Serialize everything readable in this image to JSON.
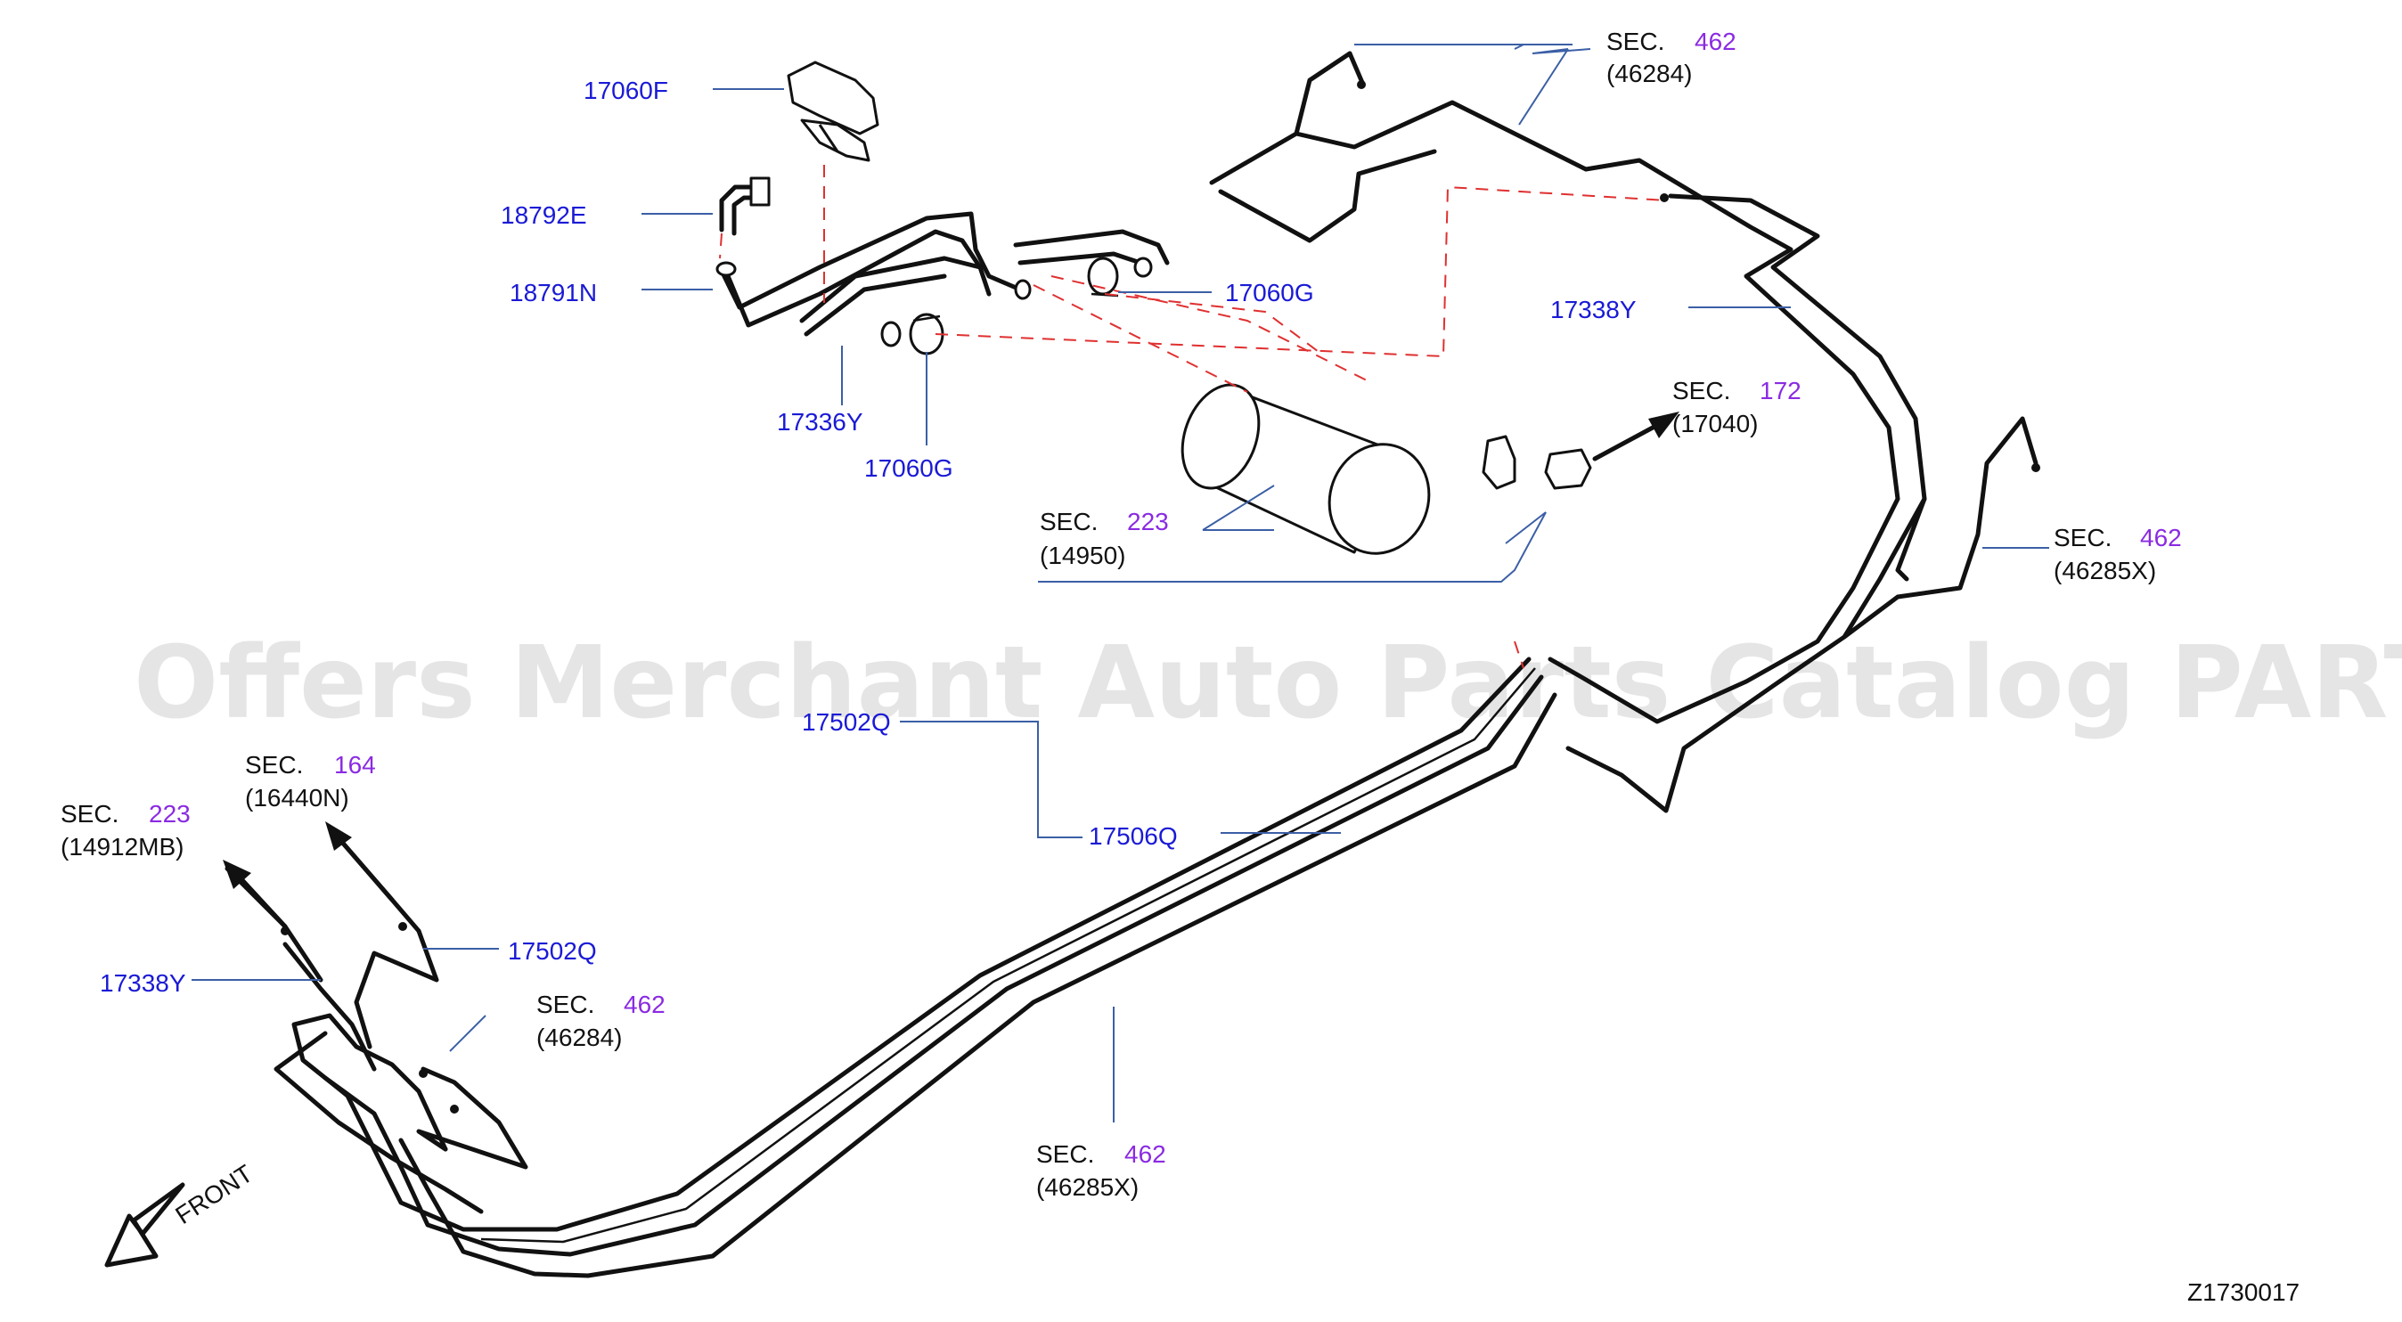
{
  "watermark": "Offers Merchant Auto Parts Catalog PARTSTORE.SA",
  "diagram_id": "Z1730017",
  "front_label": "FRONT",
  "parts": {
    "p17060F": "17060F",
    "p18792E": "18792E",
    "p18791N": "18791N",
    "p17336Y": "17336Y",
    "p17060G_a": "17060G",
    "p17060G_b": "17060G",
    "p17338Y_a": "17338Y",
    "p17338Y_b": "17338Y",
    "p17502Q_a": "17502Q",
    "p17502Q_b": "17502Q",
    "p17506Q": "17506Q"
  },
  "sections": {
    "s462_top": {
      "sec": "SEC.",
      "num": "462",
      "ref": "(46284)"
    },
    "s172": {
      "sec": "SEC.",
      "num": "172",
      "ref": "(17040)"
    },
    "s462_right": {
      "sec": "SEC.",
      "num": "462",
      "ref": "(46285X)"
    },
    "s223_canister": {
      "sec": "SEC.",
      "num": "223",
      "ref": "(14950)"
    },
    "s164": {
      "sec": "SEC.",
      "num": "164",
      "ref": "(16440N)"
    },
    "s223_left": {
      "sec": "SEC.",
      "num": "223",
      "ref": "(14912MB)"
    },
    "s462_left": {
      "sec": "SEC.",
      "num": "462",
      "ref": "(46284)"
    },
    "s462_bottom": {
      "sec": "SEC.",
      "num": "462",
      "ref": "(46285X)"
    }
  }
}
